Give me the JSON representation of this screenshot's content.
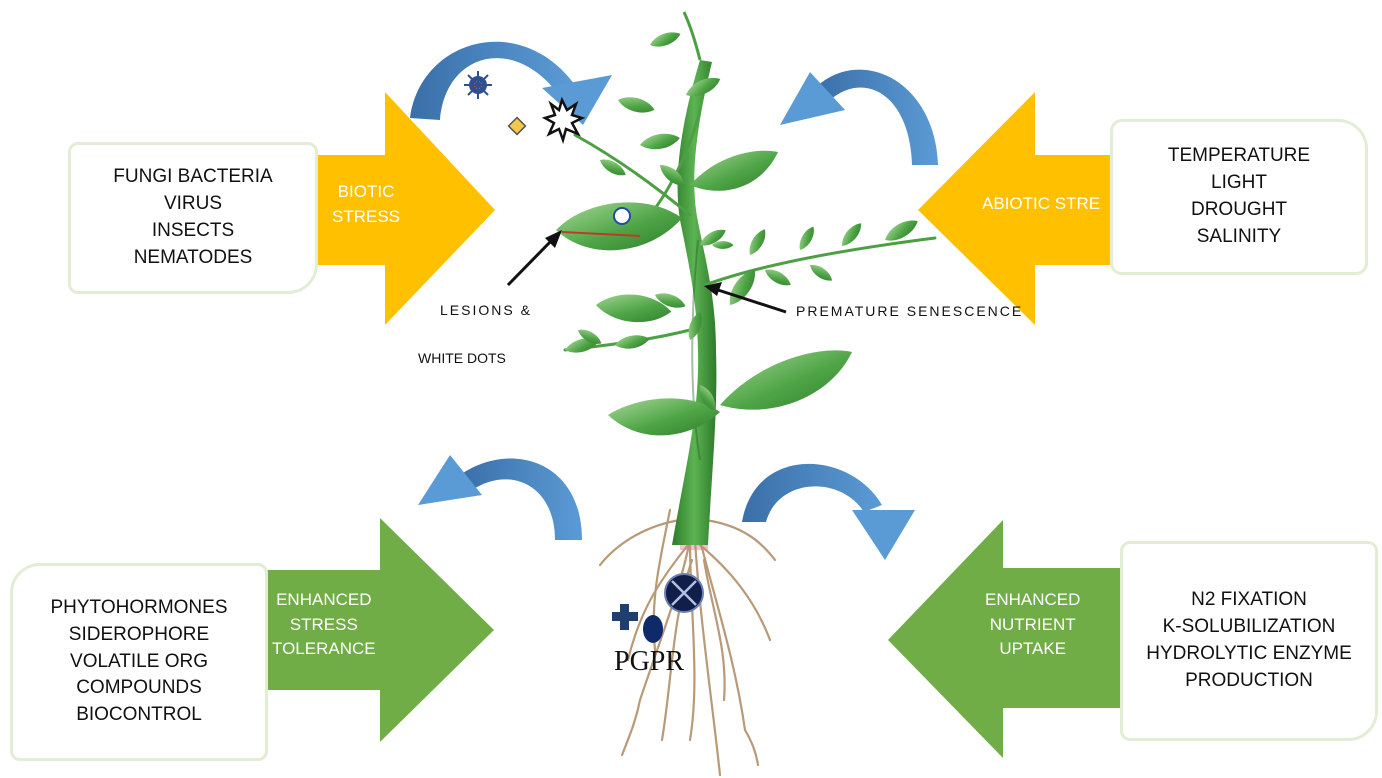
{
  "biotic_sources": {
    "lines": [
      "FUNGI BACTERIA",
      "VIRUS",
      "INSECTS",
      "NEMATODES"
    ]
  },
  "biotic_arrow": {
    "lines": [
      "BIOTIC",
      "STRESS"
    ]
  },
  "abiotic_sources": {
    "lines": [
      "TEMPERATURE",
      "LIGHT",
      "DROUGHT",
      "SALINITY"
    ]
  },
  "abiotic_arrow": {
    "lines": [
      "ABIOTIC STRE"
    ]
  },
  "stress_tolerance_sources": {
    "lines": [
      "PHYTOHORMONES",
      "SIDEROPHORE",
      "VOLATILE ORG",
      "COMPOUNDS",
      "BIOCONTROL"
    ]
  },
  "stress_tolerance_arrow": {
    "lines": [
      "ENHANCED",
      "STRESS",
      "TOLERANCE"
    ]
  },
  "nutrient_sources": {
    "lines": [
      "N2  FIXATION",
      "K-SOLUBILIZATION",
      "HYDROLYTIC ENZYME",
      "PRODUCTION"
    ]
  },
  "nutrient_arrow": {
    "lines": [
      "ENHANCED",
      "NUTRIENT",
      "UPTAKE"
    ]
  },
  "callouts": {
    "lesions_line1": "LESIONS &",
    "lesions_line2": "WHITE DOTS",
    "senescence": "PREMATURE SENESCENCE"
  },
  "pgpr_label": "PGPR",
  "colors": {
    "yellow_arrow": "#ffc000",
    "green_arrow": "#70ad47",
    "blue_curved_arrow": "#4a86c8",
    "plant_green": "#3f9a3a",
    "box_border": "#e3ecd4"
  }
}
